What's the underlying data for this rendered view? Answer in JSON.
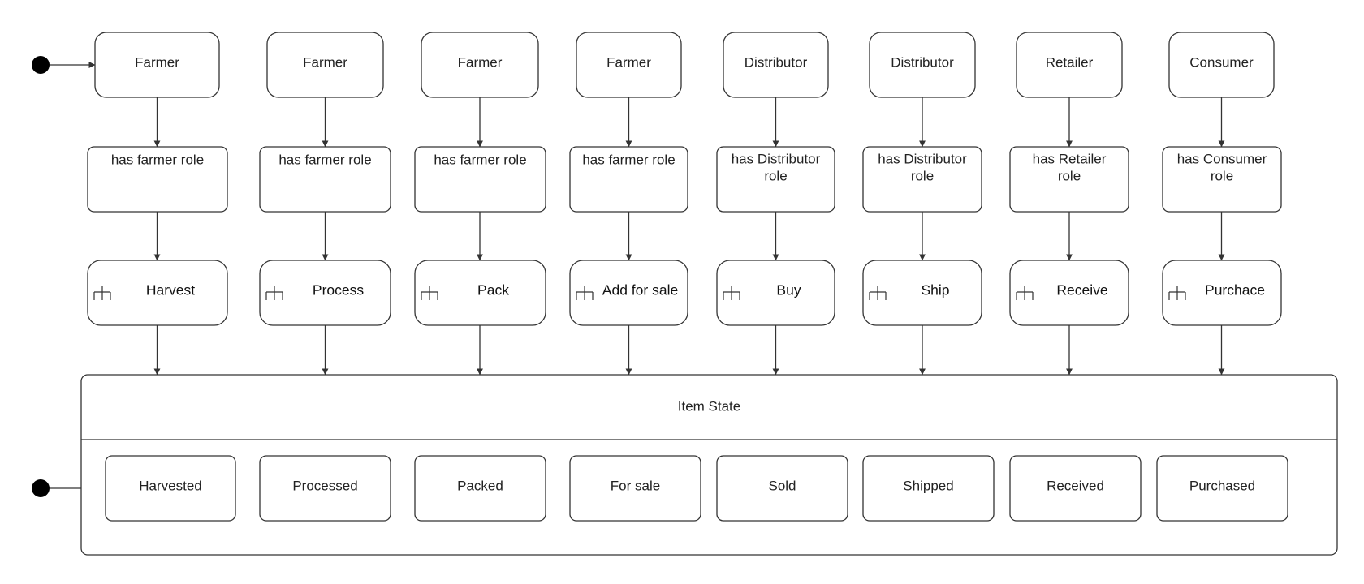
{
  "colors": {
    "stroke": "#333333",
    "text": "#222222",
    "background": "#ffffff",
    "start_node": "#000000"
  },
  "icons": {
    "activity": "fork-icon",
    "initial": "initial-node-icon"
  },
  "columns": [
    {
      "actor": "Farmer",
      "role": [
        "has farmer role"
      ],
      "action": "Harvest",
      "state": "Harvested"
    },
    {
      "actor": "Farmer",
      "role": [
        "has farmer role"
      ],
      "action": "Process",
      "state": "Processed"
    },
    {
      "actor": "Farmer",
      "role": [
        "has farmer role"
      ],
      "action": "Pack",
      "state": "Packed"
    },
    {
      "actor": "Farmer",
      "role": [
        "has farmer role"
      ],
      "action": "Add for sale",
      "state": "For sale"
    },
    {
      "actor": "Distributor",
      "role": [
        "has Distributor",
        "role"
      ],
      "action": "Buy",
      "state": "Sold"
    },
    {
      "actor": "Distributor",
      "role": [
        "has Distributor",
        "role"
      ],
      "action": "Ship",
      "state": "Shipped"
    },
    {
      "actor": "Retailer",
      "role": [
        "has Retailer",
        "role"
      ],
      "action": "Receive",
      "state": "Received"
    },
    {
      "actor": "Consumer",
      "role": [
        "has Consumer",
        "role"
      ],
      "action": "Purchace",
      "state": "Purchased"
    }
  ],
  "item_state": {
    "title": "Item State"
  }
}
